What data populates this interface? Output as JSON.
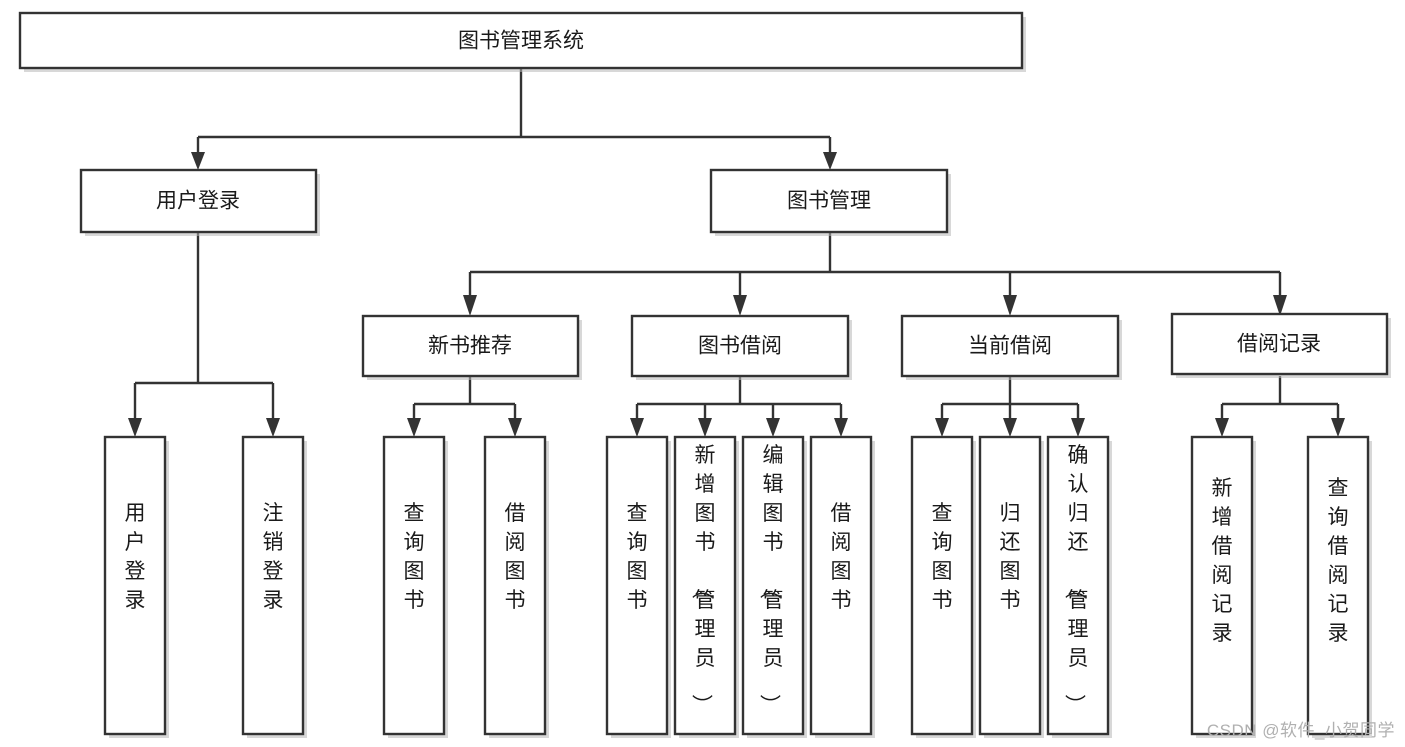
{
  "diagram": {
    "title": "图书管理系统",
    "type": "tree-hierarchy-diagram",
    "colors": {
      "box_stroke": "#333333",
      "box_fill": "#ffffff",
      "text": "#1a1a1a",
      "background": "#ffffff",
      "watermark": "#b0b0b0"
    },
    "root": {
      "label": "图书管理系统"
    },
    "level1": [
      {
        "label": "用户登录"
      },
      {
        "label": "图书管理"
      }
    ],
    "level2": [
      {
        "label": "新书推荐"
      },
      {
        "label": "图书借阅"
      },
      {
        "label": "当前借阅"
      },
      {
        "label": "借阅记录"
      }
    ],
    "leaves": {
      "user_login": [
        {
          "label": "用户登录"
        },
        {
          "label": "注销登录"
        }
      ],
      "new_book_recommend": [
        {
          "label": "查询图书"
        },
        {
          "label": "借阅图书"
        }
      ],
      "book_borrow": [
        {
          "label": "查询图书"
        },
        {
          "label": "新增图书（管理员）"
        },
        {
          "label": "编辑图书（管理员）"
        },
        {
          "label": "借阅图书"
        }
      ],
      "current_borrow": [
        {
          "label": "查询图书"
        },
        {
          "label": "归还图书"
        },
        {
          "label": "确认归还（管理员）"
        }
      ],
      "borrow_record": [
        {
          "label": "新增借阅记录"
        },
        {
          "label": "查询借阅记录"
        }
      ]
    }
  },
  "watermark": {
    "text": "CSDN @软件_小贺同学"
  }
}
